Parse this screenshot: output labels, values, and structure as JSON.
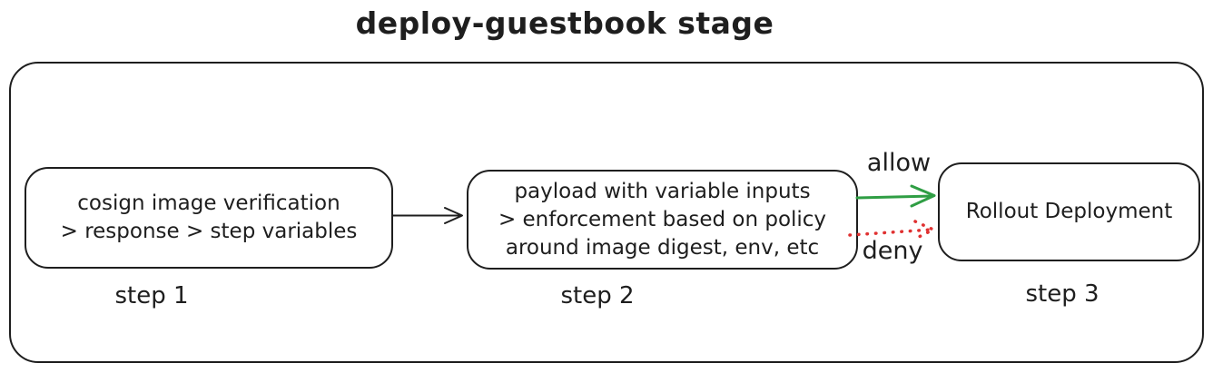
{
  "title": "deploy-guestbook stage",
  "colors": {
    "stroke": "#1e1e1e",
    "allow_green": "#2f9e44",
    "deny_red": "#e03131"
  },
  "nodes": [
    {
      "lines": [
        "cosign image verification",
        "> response > step variables"
      ],
      "caption": "step 1"
    },
    {
      "lines": [
        "payload with variable inputs",
        "> enforcement based on policy",
        "around image digest, env, etc"
      ],
      "caption": "step 2"
    },
    {
      "lines": [
        "Rollout Deployment"
      ],
      "caption": "step 3"
    }
  ],
  "edges": [
    {
      "from": "step 1",
      "to": "step 2",
      "style": "solid",
      "color": "#1e1e1e",
      "label": ""
    },
    {
      "from": "step 2",
      "to": "step 3",
      "style": "solid",
      "color": "#2f9e44",
      "label": "allow"
    },
    {
      "from": "step 2",
      "to": "step 3",
      "style": "dotted",
      "color": "#e03131",
      "label": "deny"
    }
  ]
}
